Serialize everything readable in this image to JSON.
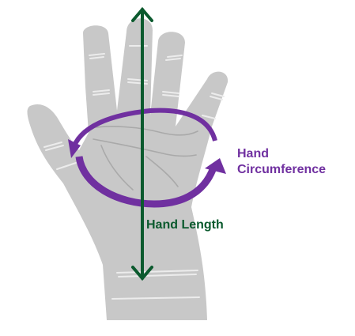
{
  "labels": {
    "circumference_line1": "Hand",
    "circumference_line2": "Circumference",
    "length": "Hand Length"
  },
  "colors": {
    "hand": "#c8c8c8",
    "crease": "#e6e6e6",
    "circumference": "#7030a0",
    "length": "#0b5a2e"
  },
  "icons": {
    "hand": "hand-palm-icon",
    "length_arrow": "double-headed-vertical-arrow-icon",
    "circumference_arrow": "circular-arrow-icon"
  }
}
